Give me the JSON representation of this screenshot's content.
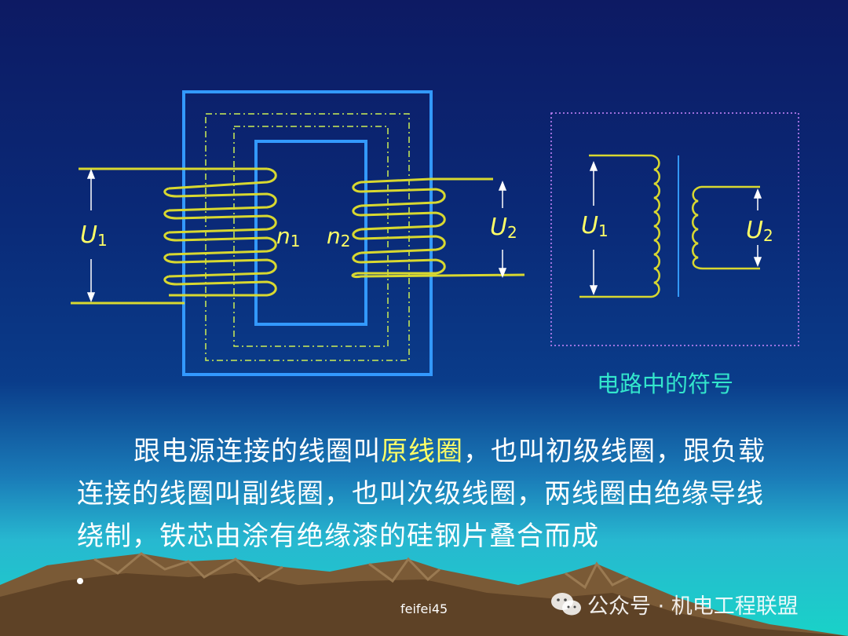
{
  "diagram": {
    "left_voltage": {
      "sym": "U",
      "sub": "1"
    },
    "right_voltage": {
      "sym": "U",
      "sub": "2"
    },
    "primary_turns": {
      "sym": "n",
      "sub": "1"
    },
    "secondary_turns": {
      "sym": "n",
      "sub": "2"
    },
    "symbol_u1": {
      "sym": "U",
      "sub": "1"
    },
    "symbol_u2": {
      "sym": "U",
      "sub": "2"
    },
    "caption": "电路中的符号"
  },
  "paragraph": {
    "part1": "跟电源连接的线圈叫",
    "highlight": "原线圈",
    "part2": "，也叫初级线圈，跟负载连接的线圈叫副线圈，也叫次级线圈，两线圈由绝缘导线绕制，铁芯由涂有绝缘漆的硅钢片叠合而成"
  },
  "watermark": "feifei45",
  "brand": "公众号 · 机电工程联盟",
  "colors": {
    "coil": "#d8d830",
    "core": "#3399ff",
    "flux": "#ccee55",
    "caption": "#33e6cc",
    "box": "#cc88ff"
  }
}
